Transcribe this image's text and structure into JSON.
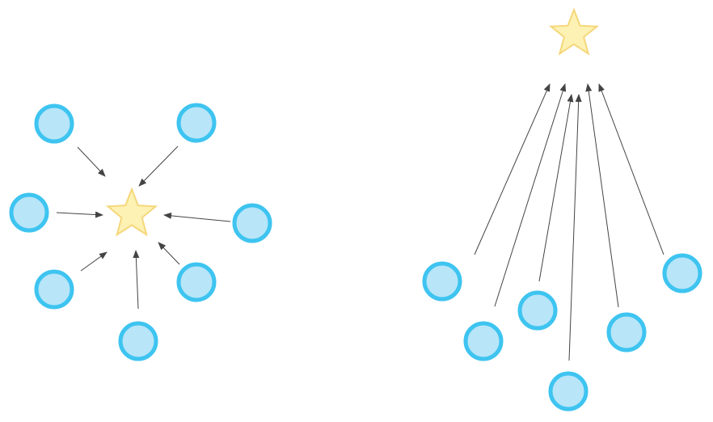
{
  "diagram": {
    "colors": {
      "node_fill": "#b8e5f8",
      "node_stroke": "#3ec4f0",
      "star_fill": "#fdf1b3",
      "star_stroke": "#f5d77a",
      "arrow": "#444444"
    },
    "icons": {
      "node": "circle-node-icon",
      "target": "star-icon",
      "edge": "arrow-icon"
    },
    "panels": [
      {
        "name": "radial-convergence",
        "source_count": 7,
        "target_count": 1
      },
      {
        "name": "parallel-convergence",
        "source_count": 7,
        "target_count": 1
      }
    ]
  }
}
